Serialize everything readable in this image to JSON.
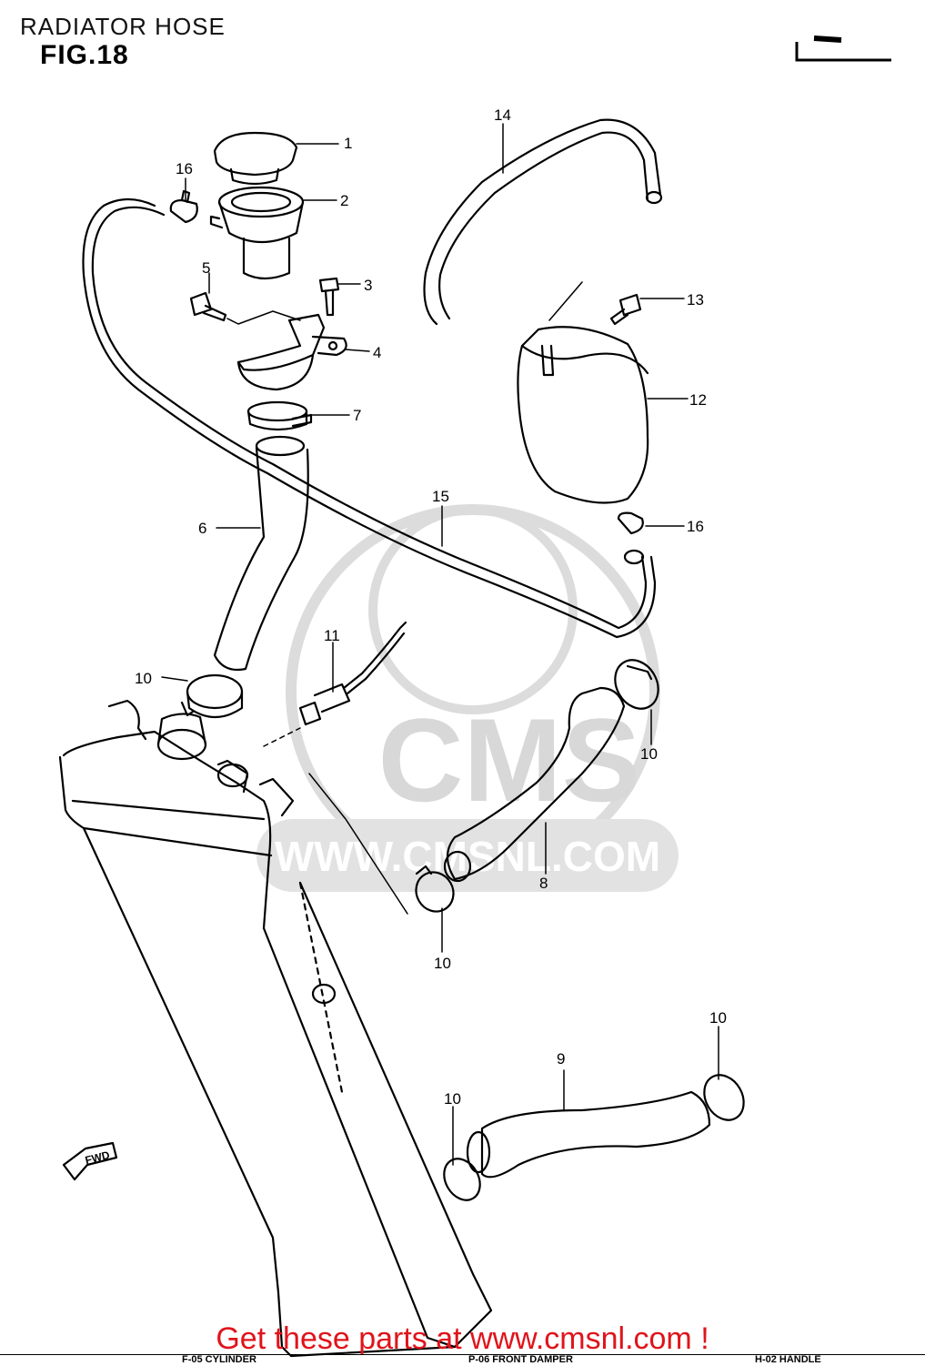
{
  "header": {
    "title": "RADIATOR HOSE",
    "figure_label": "FIG.18"
  },
  "watermark": {
    "brand": "CMS",
    "url": "WWW.CMSNL.COM"
  },
  "direction_marker": "FWD",
  "callouts": [
    {
      "id": "1",
      "label": "1"
    },
    {
      "id": "2",
      "label": "2"
    },
    {
      "id": "3",
      "label": "3"
    },
    {
      "id": "4",
      "label": "4"
    },
    {
      "id": "5",
      "label": "5"
    },
    {
      "id": "6",
      "label": "6"
    },
    {
      "id": "7",
      "label": "7"
    },
    {
      "id": "8",
      "label": "8"
    },
    {
      "id": "9",
      "label": "9"
    },
    {
      "id": "10a",
      "label": "10"
    },
    {
      "id": "10b",
      "label": "10"
    },
    {
      "id": "10c",
      "label": "10"
    },
    {
      "id": "10d",
      "label": "10"
    },
    {
      "id": "10e",
      "label": "10"
    },
    {
      "id": "11",
      "label": "11"
    },
    {
      "id": "12",
      "label": "12"
    },
    {
      "id": "13",
      "label": "13"
    },
    {
      "id": "14",
      "label": "14"
    },
    {
      "id": "15",
      "label": "15"
    },
    {
      "id": "16a",
      "label": "16"
    },
    {
      "id": "16b",
      "label": "16"
    }
  ],
  "cta_text": "Get these parts at www.cmsnl.com !",
  "footer_refs": [
    "F-05  CYLINDER",
    "P-06  FRONT DAMPER",
    "H-02  HANDLE"
  ],
  "colors": {
    "line": "#000000",
    "watermark": "#d8d8d8",
    "cta": "#e0141b"
  }
}
